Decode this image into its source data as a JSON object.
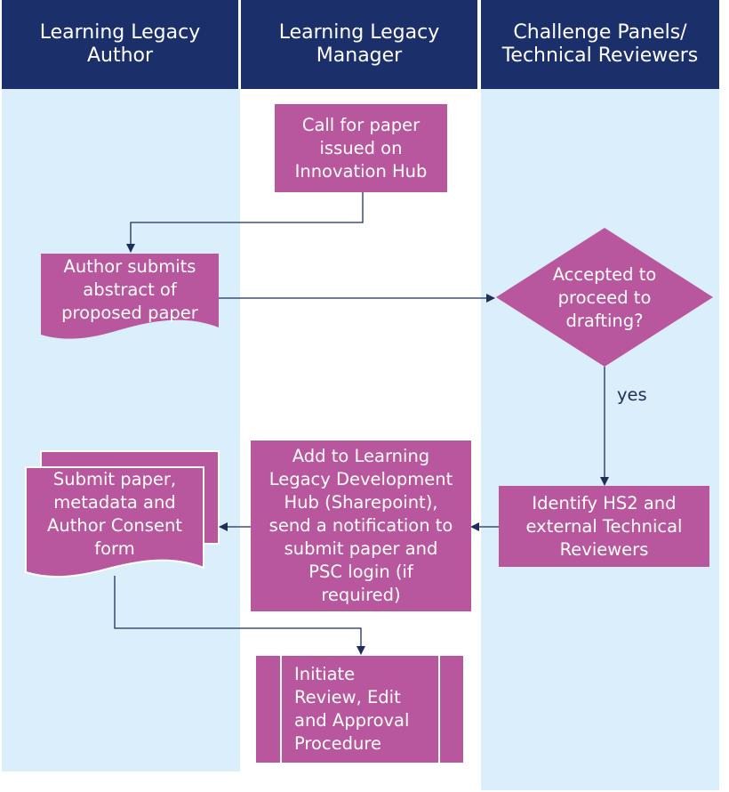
{
  "colors": {
    "header": "#1b2f6b",
    "lane": "#dbeefb",
    "node": "#b8579d",
    "node_border": "#ffffff",
    "connector": "#1f2f5a"
  },
  "lanes": [
    {
      "title": "Learning Legacy\nAuthor"
    },
    {
      "title": "Learning Legacy\nManager"
    },
    {
      "title": "Challenge Panels/\nTechnical Reviewers"
    }
  ],
  "nodes": {
    "call_for_paper": "Call for paper\nissued on\nInnovation Hub",
    "author_submits": "Author submits\nabstract of\nproposed paper",
    "accepted_decision": "Accepted to\nproceed to\ndrafting?",
    "identify_reviewers": "Identify HS2 and\nexternal Technical\nReviewers",
    "add_to_hub": "Add to Learning\nLegacy Development\nHub (Sharepoint),\nsend a notification to\nsubmit paper and\nPSC login (if\nrequired)",
    "submit_paper": "Submit paper,\nmetadata and\nAuthor Consent\nform",
    "initiate_review": "Initiate\nReview, Edit\nand Approval\nProcedure"
  },
  "edge_labels": {
    "yes": "yes"
  }
}
